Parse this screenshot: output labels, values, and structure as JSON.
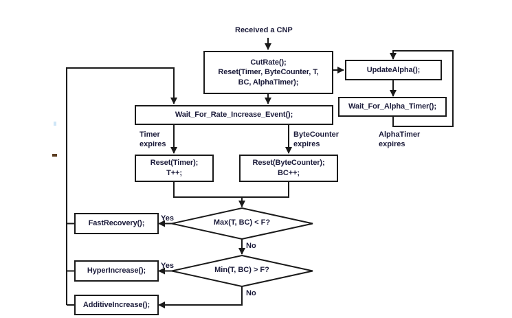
{
  "diagram": {
    "title": "Received a CNP",
    "type": "flowchart",
    "nodes": {
      "start_label": "Received a CNP",
      "cut_rate": "CutRate();\nReset(Timer, ByteCounter, T,\nBC, AlphaTimer);",
      "cut_rate_line1": "CutRate();",
      "cut_rate_line2": "Reset(Timer, ByteCounter, T,",
      "cut_rate_line3": "BC, AlphaTimer);",
      "update_alpha": "UpdateAlpha();",
      "wait_for_alpha_timer": "Wait_For_Alpha_Timer();",
      "wait_for_rate_increase_event": "Wait_For_Rate_Increase_Event();",
      "reset_timer_line1": "Reset(Timer);",
      "reset_timer_line2": "T++;",
      "reset_bytecounter_line1": "Reset(ByteCounter);",
      "reset_bytecounter_line2": "BC++;",
      "decision_max": "Max(T, BC) < F?",
      "decision_min": "Min(T, BC) > F?",
      "fast_recovery": "FastRecovery();",
      "hyper_increase": "HyperIncrease();",
      "additive_increase": "AdditiveIncrease();"
    },
    "edge_labels": {
      "timer_expires": "Timer\nexpires",
      "bytecounter_expires": "ByteCounter\nexpires",
      "alphatimer_expires": "AlphaTimer\nexpires",
      "yes_max": "Yes",
      "no_max": "No",
      "yes_min": "Yes",
      "no_min": "No"
    },
    "colors": {
      "stroke": "#1a1a1a",
      "text": "#1b1b3a",
      "background": "#ffffff"
    }
  }
}
